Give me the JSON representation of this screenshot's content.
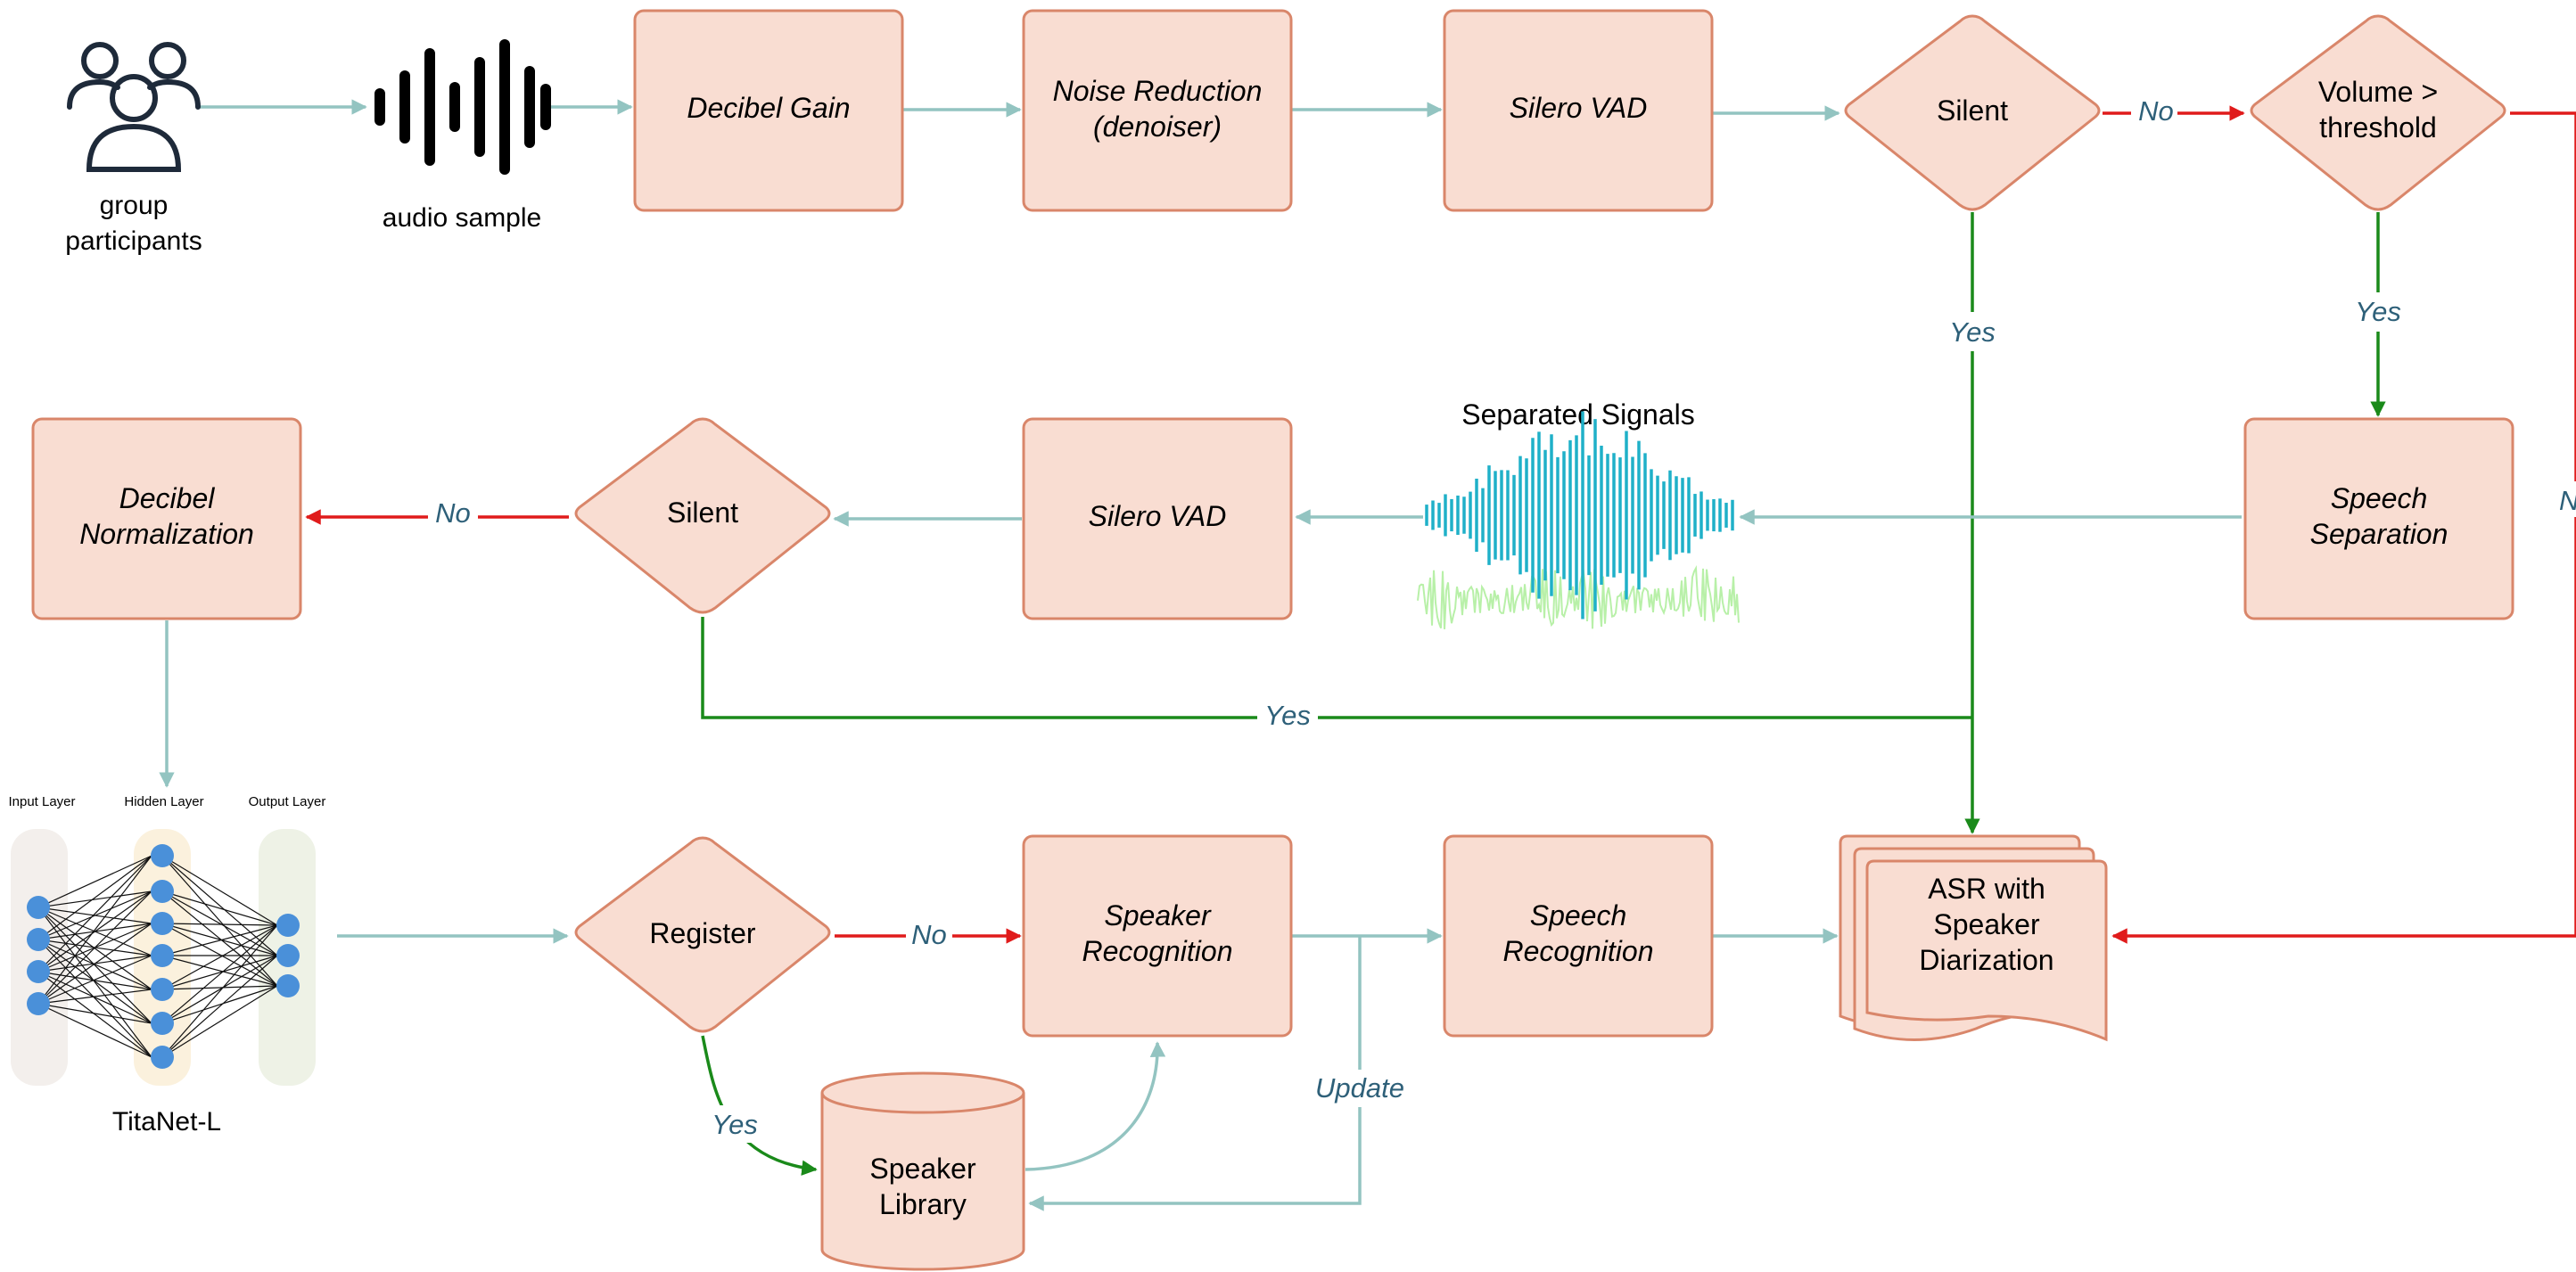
{
  "colors": {
    "box_fill": "#f9ddd2",
    "box_stroke": "#d9866a",
    "arrow_teal": "#93c4c1",
    "arrow_red": "#e01b1b",
    "arrow_green": "#1a8a1a",
    "edge_label": "#2e6079",
    "signal_blue": "#1fb0c8",
    "signal_green": "#b8f0a8",
    "nn_node": "#4a90d9"
  },
  "icons": {
    "participants": "users-group-icon",
    "audio": "audio-waveform-icon",
    "neural_network": "neural-network-icon",
    "database": "database-cylinder-icon"
  },
  "inputs": {
    "participants_line1": "group",
    "participants_line2": "participants",
    "audio_sample": "audio sample",
    "separated_signals": "Separated Signals"
  },
  "nodes": {
    "decibel_gain": "Decibel Gain",
    "noise_reduction_l1": "Noise Reduction",
    "noise_reduction_l2": "(denoiser)",
    "silero_vad_top": "Silero VAD",
    "silent_top": "Silent",
    "volume_l1": "Volume >",
    "volume_l2": "threshold",
    "speech_separation_l1": "Speech",
    "speech_separation_l2": "Separation",
    "silero_vad_mid": "Silero VAD",
    "silent_mid": "Silent",
    "decibel_norm_l1": "Decibel",
    "decibel_norm_l2": "Normalization",
    "register": "Register",
    "speaker_recognition_l1": "Speaker",
    "speaker_recognition_l2": "Recognition",
    "speech_recognition_l1": "Speech",
    "speech_recognition_l2": "Recognition",
    "asr_l1": "ASR with",
    "asr_l2": "Speaker",
    "asr_l3": "Diarization",
    "speaker_library_l1": "Speaker",
    "speaker_library_l2": "Library"
  },
  "network": {
    "input_layer": "Input Layer",
    "hidden_layer": "Hidden Layer",
    "output_layer": "Output Layer",
    "name": "TitaNet-L"
  },
  "edges": {
    "silent_top_no": "No",
    "silent_top_yes": "Yes",
    "volume_yes": "Yes",
    "volume_no_partial": "N",
    "silent_mid_no": "No",
    "silent_mid_yes": "Yes",
    "register_no": "No",
    "register_yes": "Yes",
    "update": "Update"
  }
}
